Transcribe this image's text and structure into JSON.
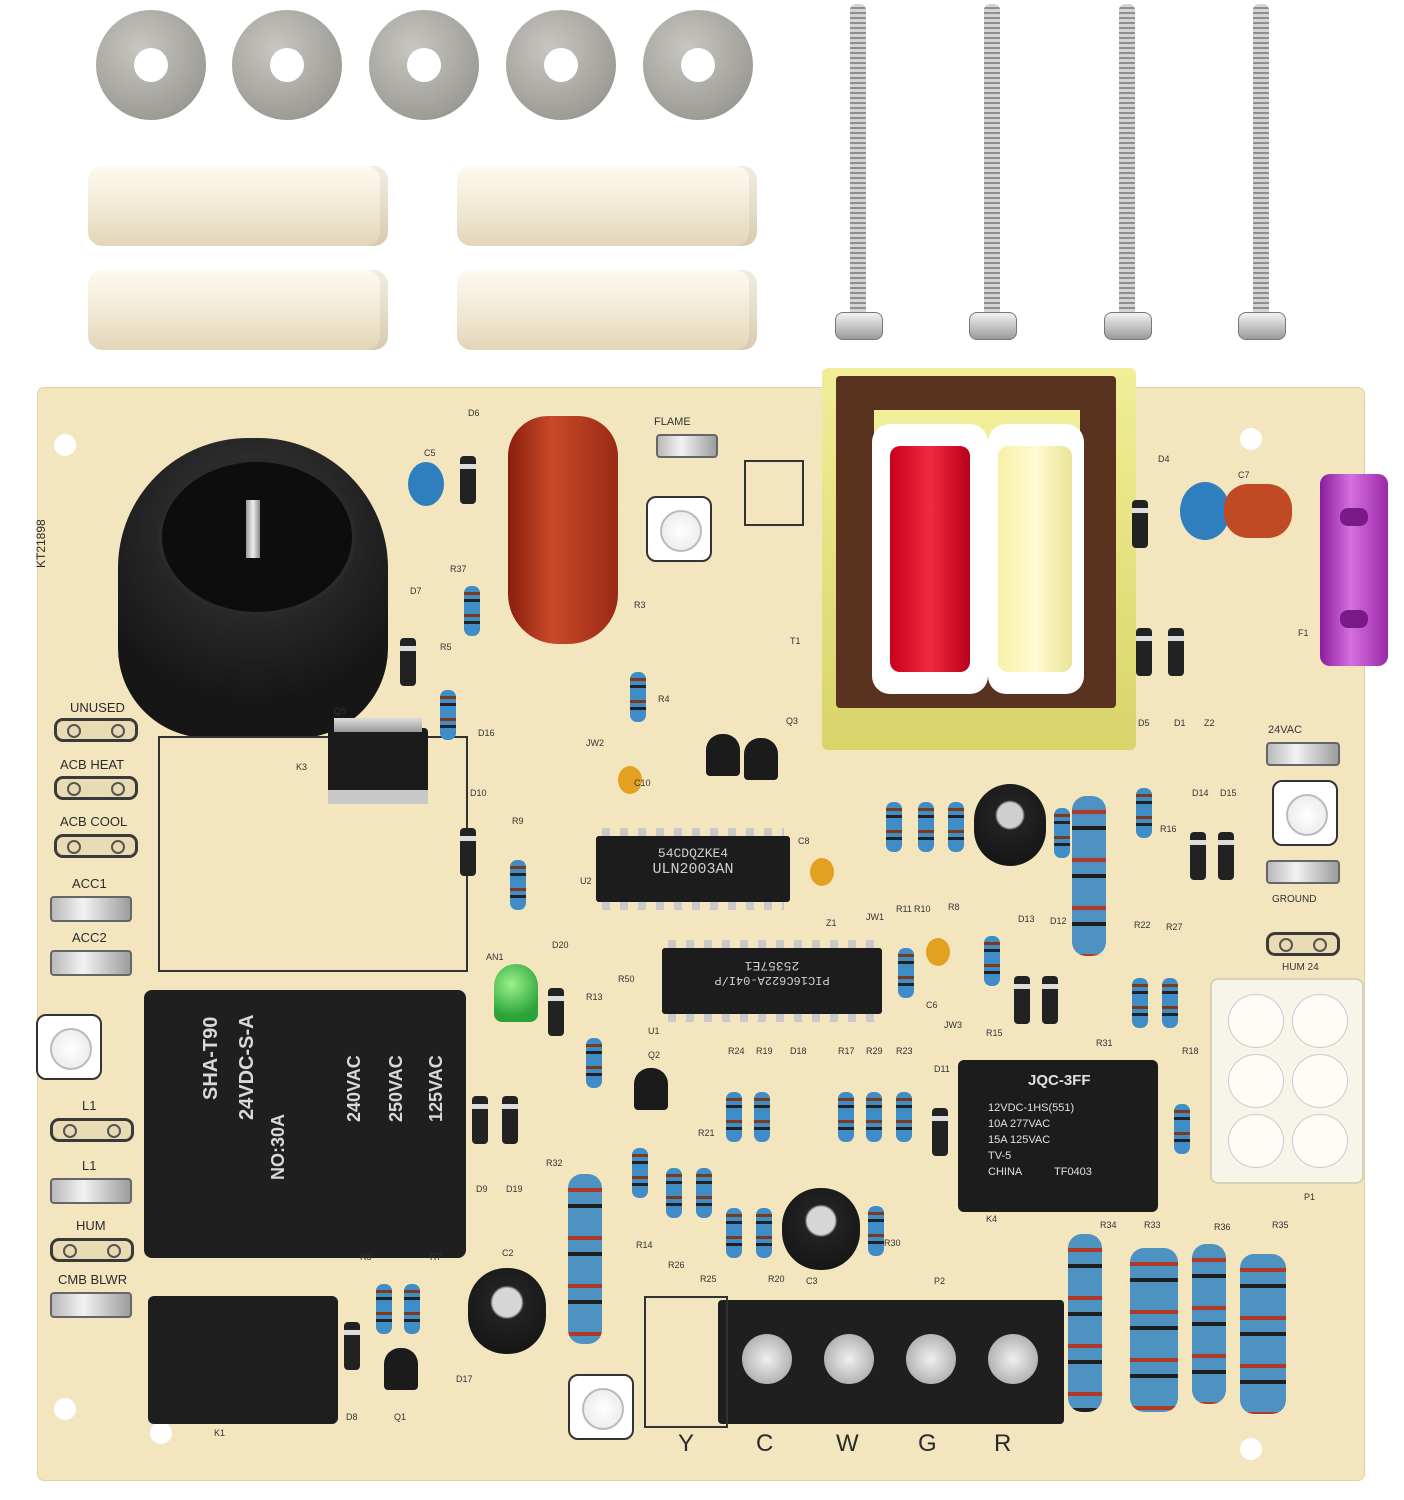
{
  "board": {
    "part_number": "KT21898",
    "pad_labels": [
      "UNUSED",
      "ACB HEAT",
      "ACB COOL",
      "ACC1",
      "ACC2",
      "L1",
      "L1",
      "HUM",
      "CMB BLWR"
    ],
    "right_labels": {
      "v24": "24VAC",
      "ground": "GROUND",
      "hum24": "HUM 24",
      "flame": "FLAME"
    },
    "terminal_labels": [
      "Y",
      "C",
      "W",
      "G",
      "R"
    ],
    "relay_k2": [
      "SHA-T90",
      "24VDC-S-A",
      "NO:30A",
      "240VAC",
      "250VAC",
      "125VAC"
    ],
    "relay_k4": [
      "JQC-3FF",
      "12VDC-1HS(551)",
      "10A 277VAC",
      "15A 125VAC",
      "TV-5",
      "CHINA",
      "TF0403"
    ],
    "ic_u2": [
      "54CDQZKE4",
      "ULN2003AN"
    ],
    "ic_u1": [
      "25357E1",
      "PIC16C622A-04I/P"
    ],
    "refs": [
      "D6",
      "D7",
      "R37",
      "R5",
      "Q5",
      "K3",
      "D16",
      "JW2",
      "R4",
      "Q3",
      "C10",
      "D10",
      "R9",
      "U2",
      "C8",
      "Z1",
      "JW1",
      "R11",
      "R10",
      "R8",
      "D13",
      "D12",
      "R22",
      "R27",
      "AN1",
      "D20",
      "R13",
      "R50",
      "U1",
      "C6",
      "JW3",
      "R15",
      "R31",
      "D11",
      "K4",
      "R18",
      "P1",
      "Q2",
      "R24",
      "R19",
      "D18",
      "R17",
      "R29",
      "R23",
      "R21",
      "R32",
      "R14",
      "R26",
      "R25",
      "R20",
      "C3",
      "R30",
      "P2",
      "D9",
      "D19",
      "R8",
      "R7",
      "C2",
      "D17",
      "D8",
      "Q1",
      "K1",
      "R34",
      "R33",
      "R36",
      "R35",
      "T1",
      "D4",
      "C7",
      "F1",
      "D5",
      "D1",
      "Z2",
      "D14",
      "D15",
      "R16",
      "R3",
      "C5"
    ]
  },
  "colors": {
    "pcb": "#f3e6bf",
    "silkscreen": "#2a2a2a",
    "fuse": "#b045b8",
    "relay": "#1e1e1e",
    "resistor": "#4a90c4"
  }
}
